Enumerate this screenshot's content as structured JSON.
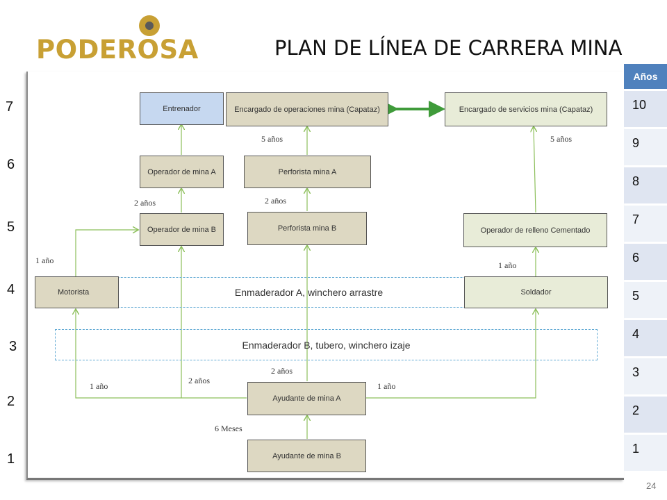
{
  "brand": {
    "logo_text": "PODEROSA"
  },
  "title": "PLAN DE LÍNEA DE CARRERA MINA",
  "years_table": {
    "header": "Años",
    "values": [
      "10",
      "9",
      "8",
      "7",
      "6",
      "5",
      "4",
      "3",
      "2",
      "1"
    ]
  },
  "levels": [
    "7",
    "6",
    "5",
    "4",
    "3",
    "2",
    "1"
  ],
  "positions": {
    "entrenador": "Entrenador",
    "encargado_operaciones": "Encargado de operaciones mina (Capataz)",
    "encargado_servicios": "Encargado de servicios mina (Capataz)",
    "operador_a": "Operador de mina A",
    "perforista_a": "Perforista mina A",
    "operador_b": "Operador de mina B",
    "perforista_b": "Perforista mina B",
    "operador_relleno": "Operador de relleno Cementado",
    "motorista": "Motorista",
    "soldador": "Soldador",
    "ayudante_a": "Ayudante de mina A",
    "ayudante_b": "Ayudante de mina B"
  },
  "bands": {
    "enmaderador_a": "Enmaderador A, winchero arrastre",
    "enmaderador_b": "Enmaderador B, tubero, winchero izaje"
  },
  "durations": {
    "perf_a_to_encargado": "5 años",
    "relleno_to_encargado": "5 años",
    "op_b_to_op_a": "2 años",
    "perf_b_to_perf_a": "2 años",
    "motorista_to_op_b": "1 año",
    "soldador_to_relleno": "1 año",
    "ayud_a_to_perf_b": "2 años",
    "ayud_a_to_op_b": "2 años",
    "ayud_a_to_motorista": "1 año",
    "ayud_a_to_soldador": "1 año",
    "ayud_b_to_ayud_a": "6 Meses"
  },
  "colors": {
    "logo": "#c8a034",
    "arrow": "#8cbf5a",
    "double_arrow": "#3f9b3a",
    "table_header": "#4f81bd"
  },
  "page_number": "24"
}
